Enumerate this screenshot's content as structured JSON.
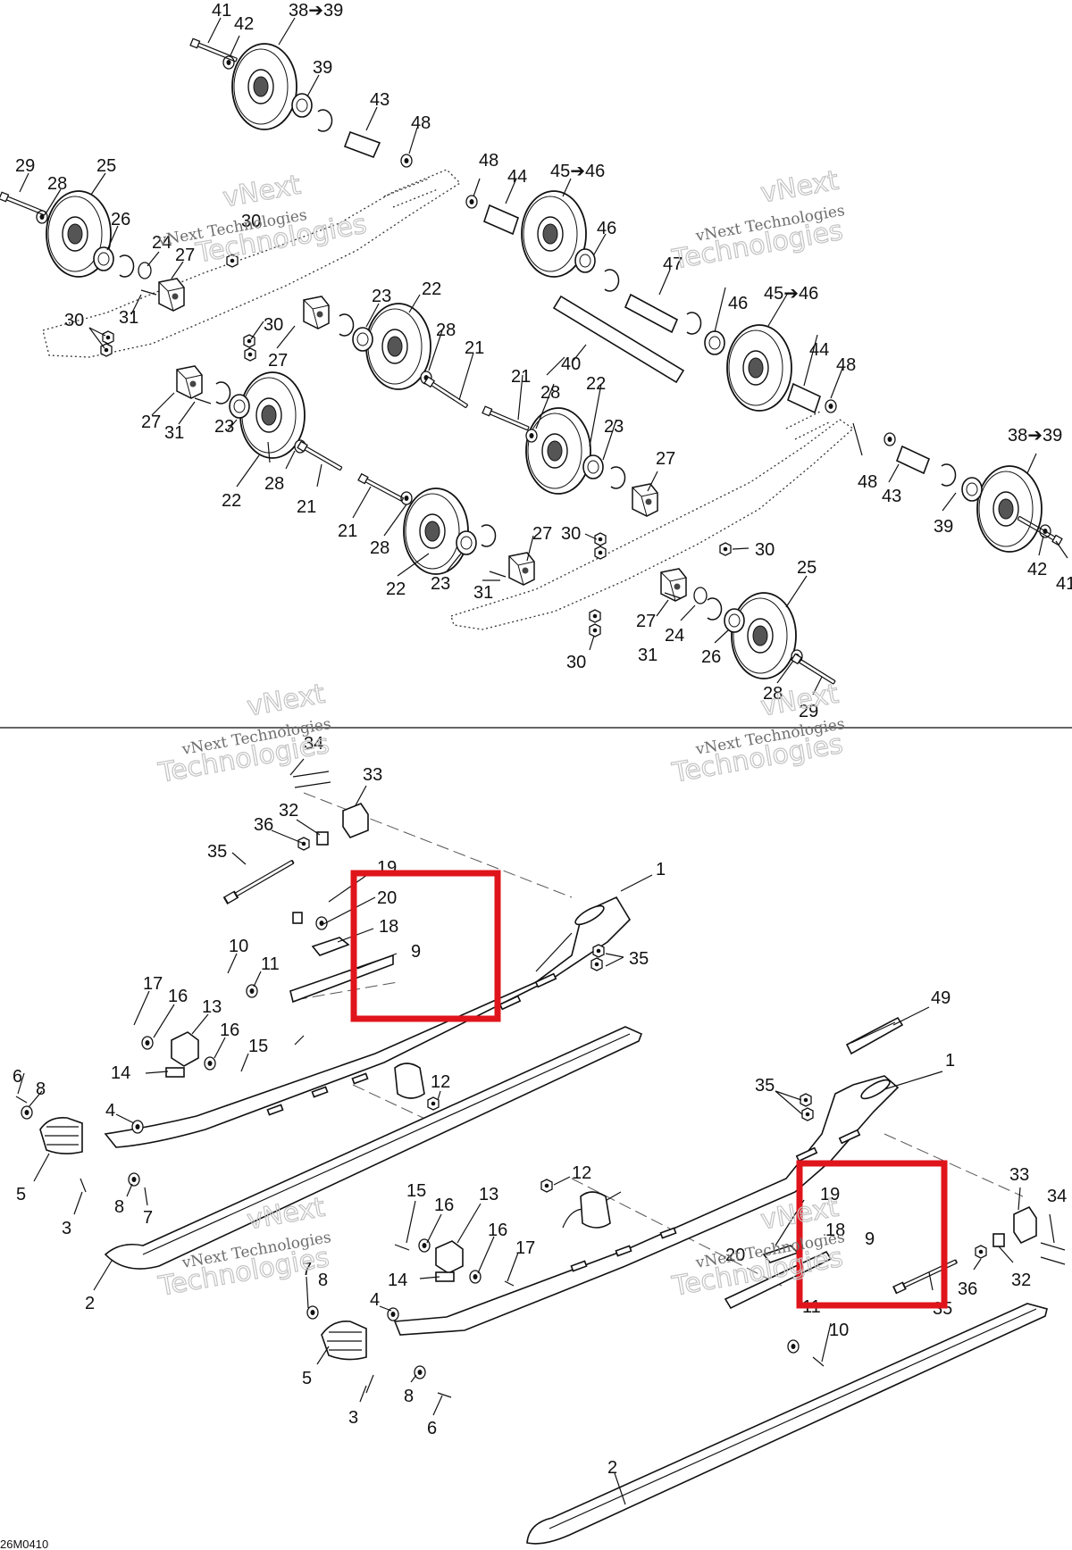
{
  "watermarks": {
    "line1": "vNext Technologies",
    "line2": "Technologies",
    "corner": "vNext"
  },
  "labels": {
    "l41": "41",
    "l42": "42",
    "l38to39": "38➔39",
    "l39": "39",
    "l43": "43",
    "l48": "48",
    "l29": "29",
    "l28": "28",
    "l25": "25",
    "l26": "26",
    "l30": "30",
    "l24": "24",
    "l27": "27",
    "l31": "31",
    "l44": "44",
    "l45to46": "45➔46",
    "l46": "46",
    "l47": "47",
    "l40": "40",
    "l23": "23",
    "l22": "22",
    "l21": "21",
    "l34": "34",
    "l33": "33",
    "l32": "32",
    "l36": "36",
    "l35": "35",
    "l19": "19",
    "l20": "20",
    "l18": "18",
    "l9": "9",
    "l1": "1",
    "l10": "10",
    "l11": "11",
    "l17": "17",
    "l16": "16",
    "l13": "13",
    "l15": "15",
    "l14": "14",
    "l12": "12",
    "l6": "6",
    "l8": "8",
    "l4": "4",
    "l5": "5",
    "l3": "3",
    "l7": "7",
    "l2": "2",
    "l49": "49"
  },
  "reference": "26M0410",
  "highlight_color": "#e0141b"
}
